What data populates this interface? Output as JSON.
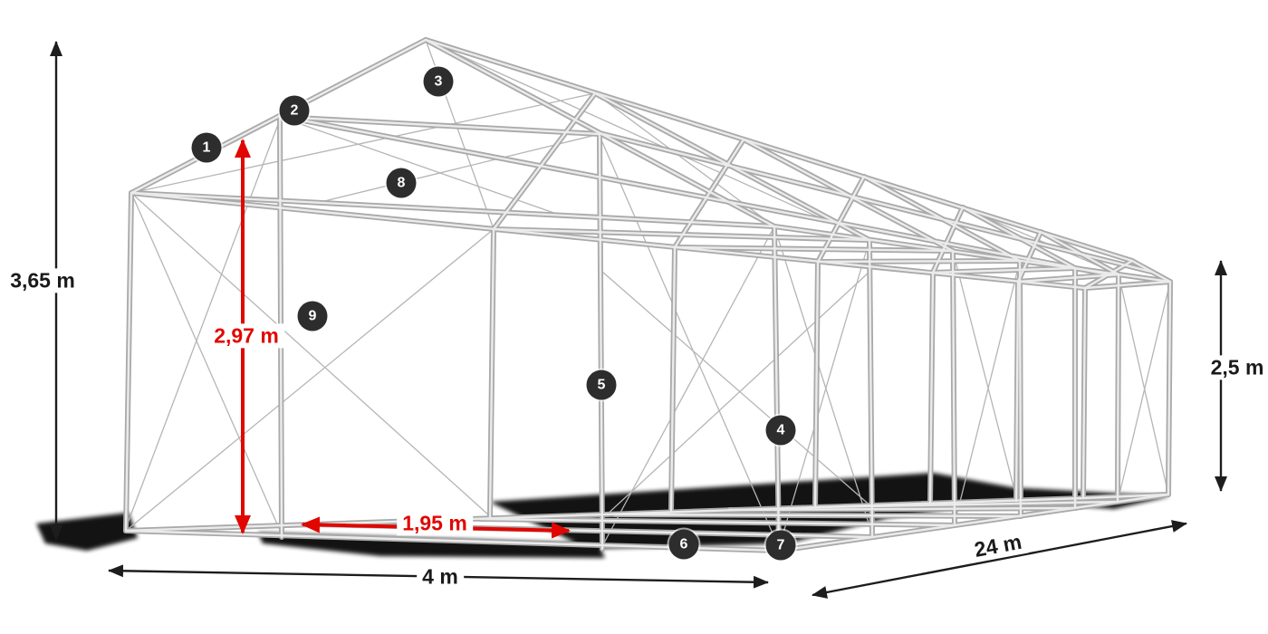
{
  "colors": {
    "accent_red": "#e10600",
    "badge_bg": "#2d2d2d",
    "frame_gray": "#a9a9a9",
    "dim_black": "#1d1d1d"
  },
  "dimensions": {
    "total_height": {
      "value": "3,65 m",
      "color": "#1a1a1a"
    },
    "inner_height": {
      "value": "2,97 m",
      "color": "#e10600"
    },
    "side_height": {
      "value": "2,5 m",
      "color": "#1a1a1a"
    },
    "width": {
      "value": "4 m",
      "color": "#1a1a1a"
    },
    "length": {
      "value": "24 m",
      "color": "#1a1a1a"
    },
    "entrance_width": {
      "value": "1,95 m",
      "color": "#e10600"
    }
  },
  "callouts": [
    {
      "number": "1"
    },
    {
      "number": "2"
    },
    {
      "number": "3"
    },
    {
      "number": "4"
    },
    {
      "number": "5"
    },
    {
      "number": "6"
    },
    {
      "number": "7"
    },
    {
      "number": "8"
    },
    {
      "number": "9"
    }
  ]
}
